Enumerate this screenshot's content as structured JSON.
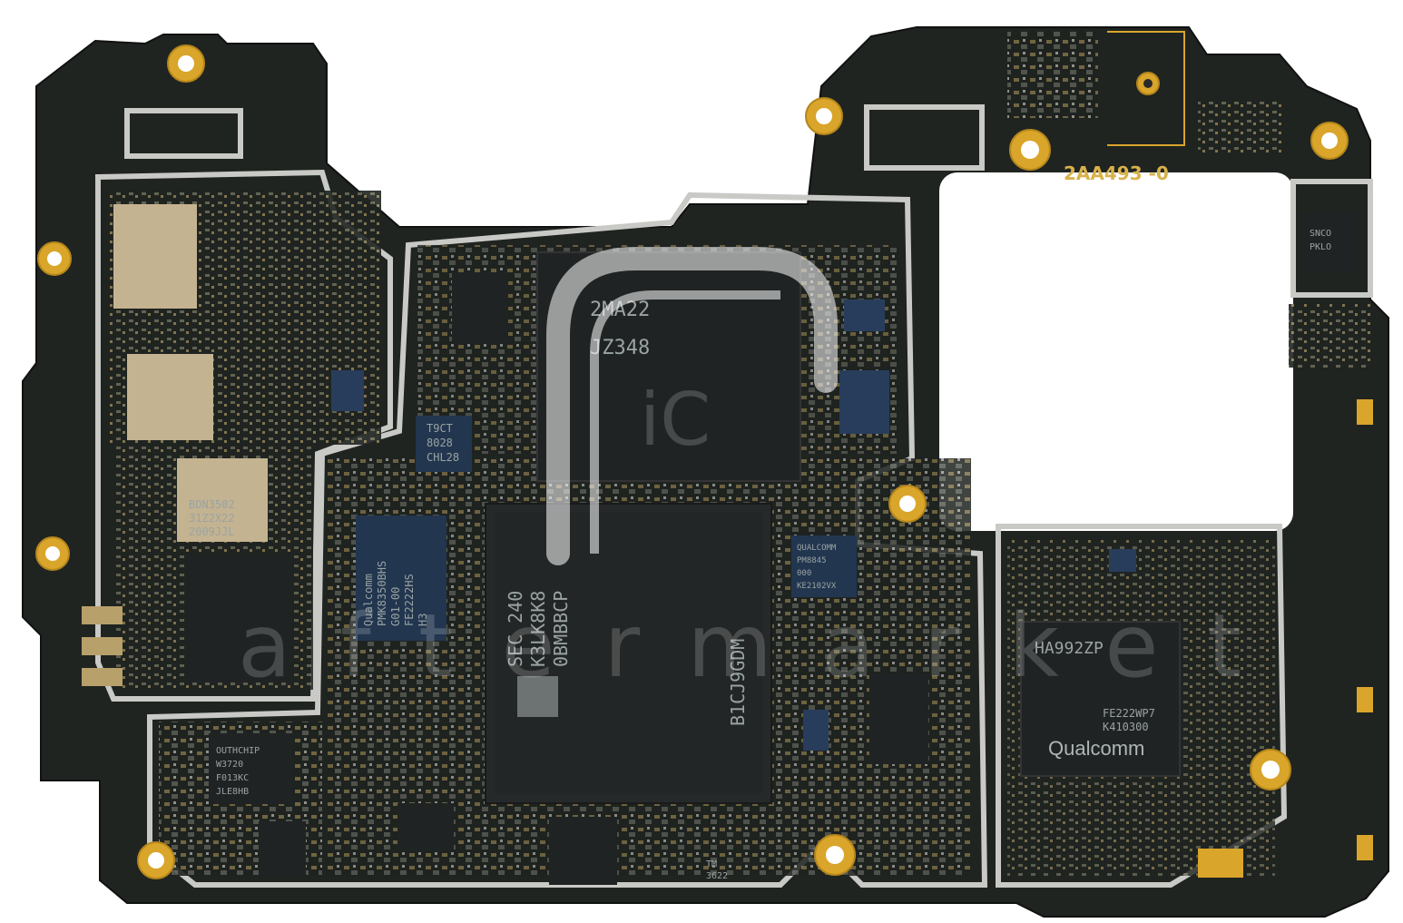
{
  "board_marking": "2AA493 -0",
  "chips": {
    "dram": [
      "2MA22",
      "JZ348"
    ],
    "soc": [
      "SEC 240",
      "K3LK8K8",
      "0BMBBCP",
      "B1CJ9GDM"
    ],
    "modem": [
      "HA992ZP",
      "FE222WP7",
      "K410300"
    ],
    "modem_brand": "Qualcomm",
    "pmic_main": [
      "Qualcomm",
      "PMK8350BHS",
      "G01-00",
      "FE2222HS",
      "H3"
    ],
    "pmic_small": [
      "QUALCOMM",
      "PM8845",
      "000",
      "KE2102VX"
    ],
    "t9": [
      "T9CT",
      "8028",
      "CHL28"
    ],
    "rf_left": [
      "BDN3502",
      "31Z2X22",
      "2009JJL"
    ],
    "outchip": [
      "OUTHCHIP",
      "W3720",
      "F013KC",
      "JLE8HB"
    ],
    "right_small": [
      "SNCO",
      "PKLO"
    ],
    "bottom_small": [
      "TM",
      "3622"
    ]
  },
  "watermark": {
    "logo_text": "iC",
    "site_text": "aftermarket"
  },
  "colors": {
    "pcb": "#1f2421",
    "shield": "#c9c9c6",
    "gold": "#d9a52a",
    "chip": "#202324"
  }
}
